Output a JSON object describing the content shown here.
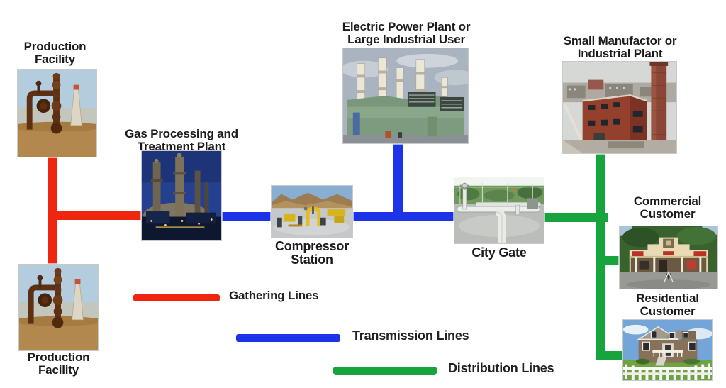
{
  "nodes": {
    "production_facility_top": {
      "label": "Production\nFacility",
      "photo": "wellhead-photo"
    },
    "production_facility_bottom": {
      "label": "Production\nFacility",
      "photo": "wellhead-photo"
    },
    "gas_processing": {
      "label": "Gas Processing and\nTreatment Plant",
      "photo": "refinery-night-photo"
    },
    "compressor_station": {
      "label": "Compressor\nStation",
      "photo": "compressor-yard-photo"
    },
    "electric_power_plant": {
      "label": "Electric Power Plant or\nLarge Industrial User",
      "photo": "power-plant-photo"
    },
    "city_gate": {
      "label": "City Gate",
      "photo": "pipeline-station-photo"
    },
    "small_manufactor": {
      "label": "Small Manufactor or\nIndustrial Plant",
      "photo": "brick-factory-photo"
    },
    "commercial_customer": {
      "label": "Commercial\nCustomer",
      "photo": "storefront-photo"
    },
    "residential_customer": {
      "label": "Residential\nCustomer",
      "photo": "house-photo"
    }
  },
  "legend": {
    "items": [
      {
        "label": "Gathering Lines",
        "color": "#EE2610"
      },
      {
        "label": "Transmission Lines",
        "color": "#1D33E9"
      },
      {
        "label": "Distribution Lines",
        "color": "#18A43C"
      }
    ]
  },
  "line_colors": {
    "gathering": "#EE2610",
    "transmission": "#1D33E9",
    "distribution": "#18A43C"
  }
}
